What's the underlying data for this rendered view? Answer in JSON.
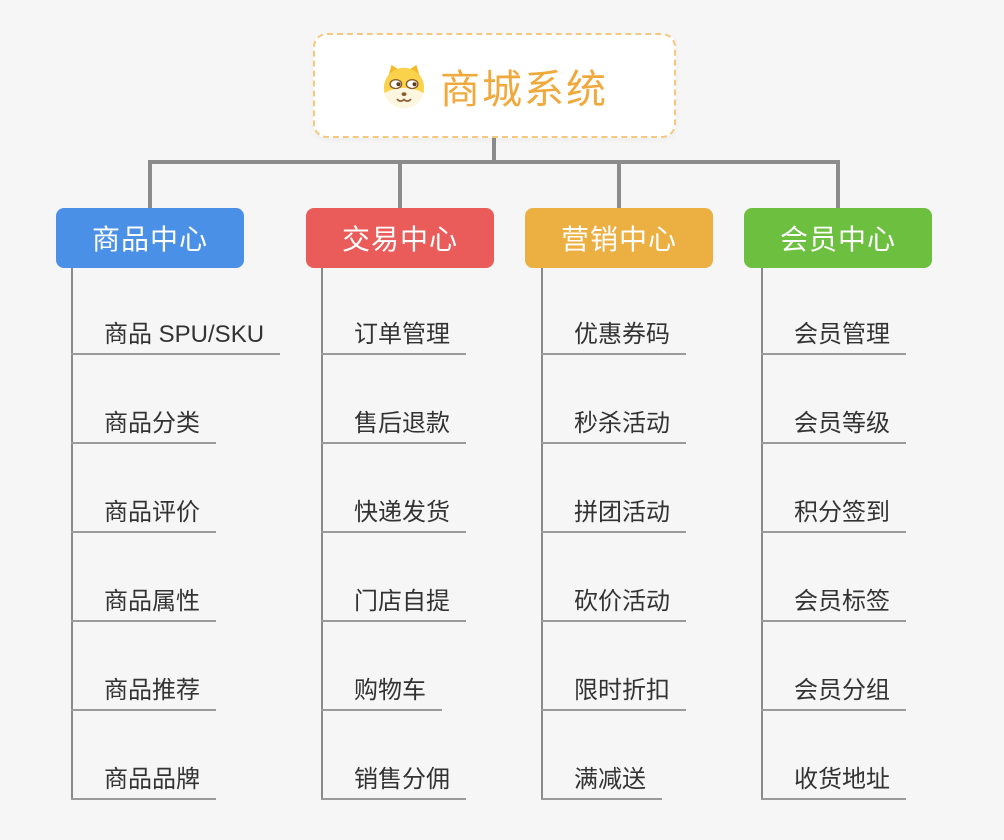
{
  "page": {
    "background_color": "#f6f6f6",
    "connector_color": "#8c8c8c"
  },
  "root": {
    "title": "商城系统",
    "icon": "doge-icon",
    "text_color": "#f0a93c",
    "border_color": "#f6c87f"
  },
  "branches": [
    {
      "label": "商品中心",
      "color": "#4a90e6",
      "children": [
        "商品 SPU/SKU",
        "商品分类",
        "商品评价",
        "商品属性",
        "商品推荐",
        "商品品牌"
      ]
    },
    {
      "label": "交易中心",
      "color": "#e95c59",
      "children": [
        "订单管理",
        "售后退款",
        "快递发货",
        "门店自提",
        "购物车",
        "销售分佣"
      ]
    },
    {
      "label": "营销中心",
      "color": "#ecaf42",
      "children": [
        "优惠券码",
        "秒杀活动",
        "拼团活动",
        "砍价活动",
        "限时折扣",
        "满减送"
      ]
    },
    {
      "label": "会员中心",
      "color": "#6dbf3f",
      "children": [
        "会员管理",
        "会员等级",
        "积分签到",
        "会员标签",
        "会员分组",
        "收货地址"
      ]
    }
  ]
}
